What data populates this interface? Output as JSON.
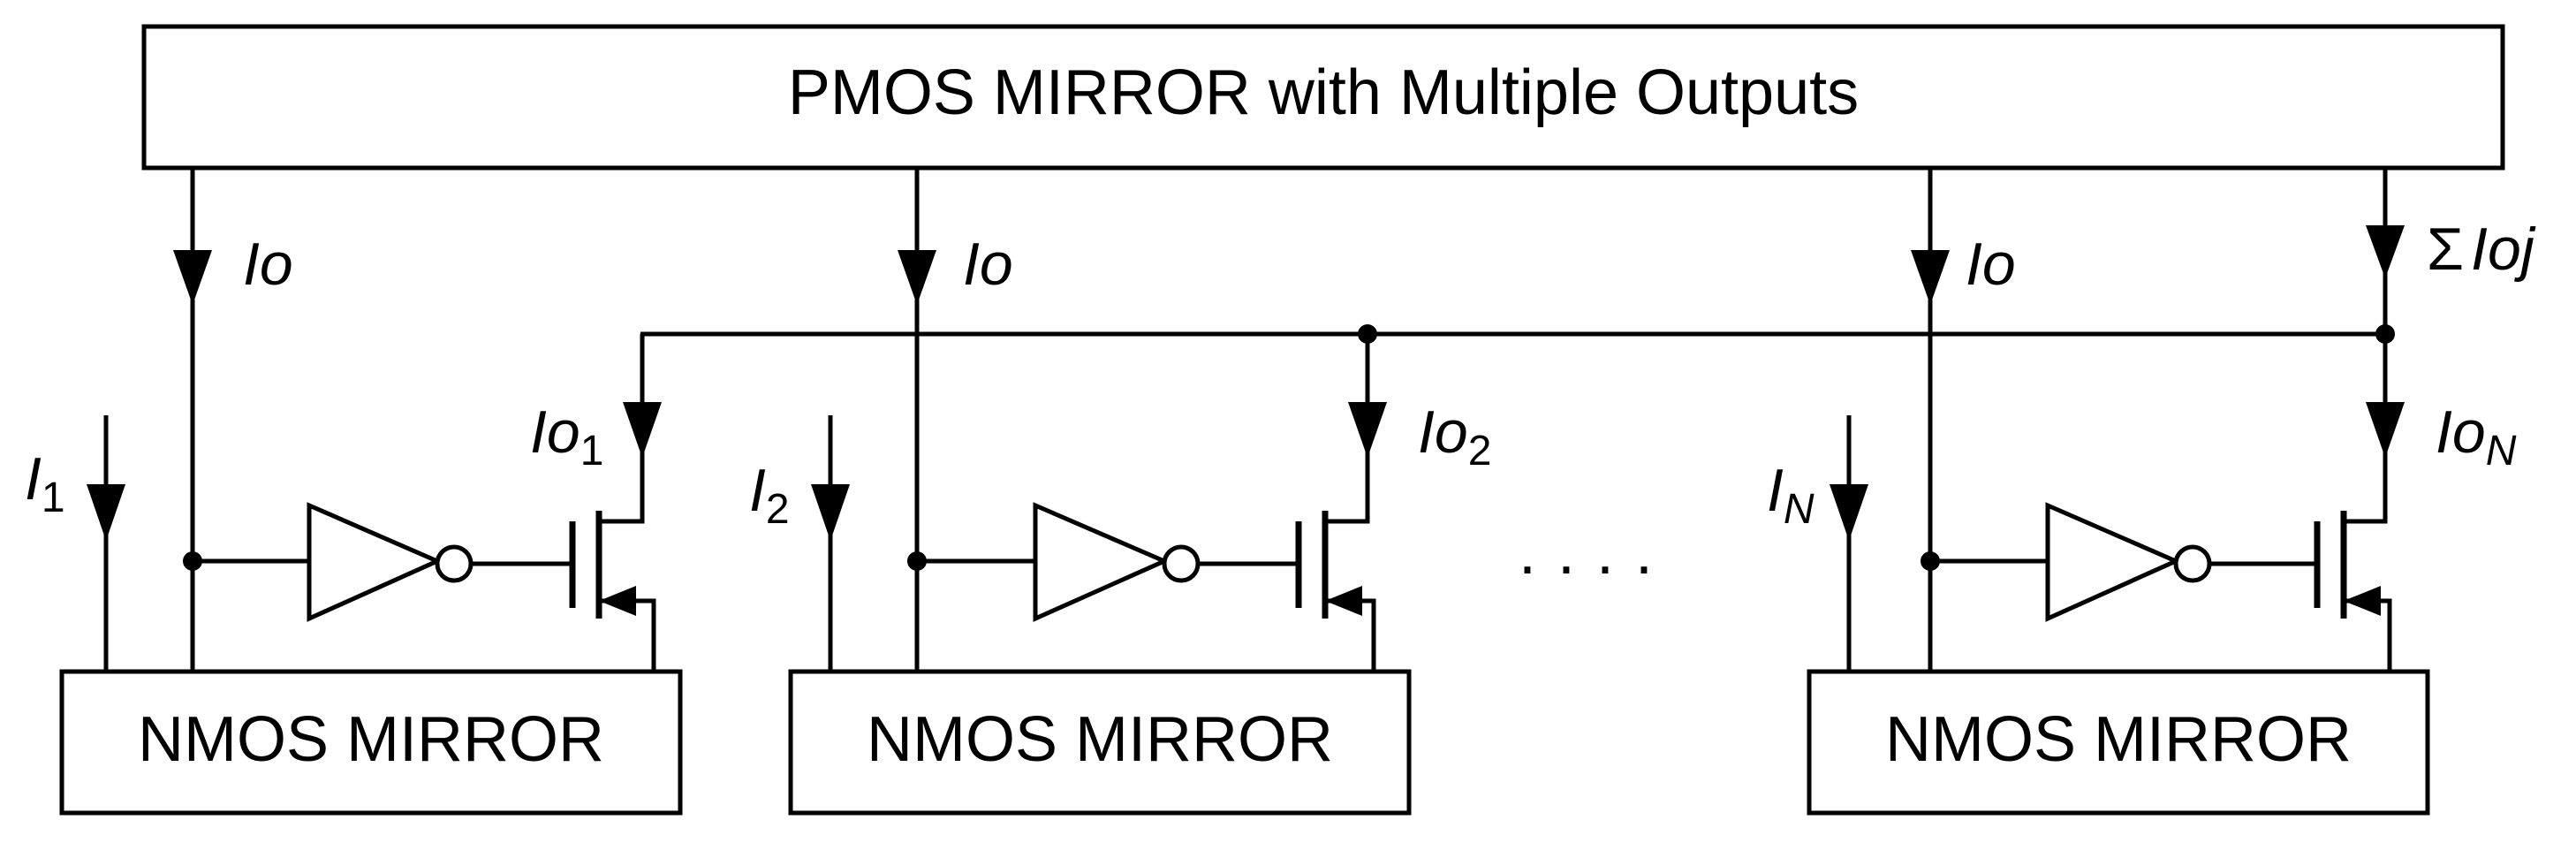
{
  "pmos_block": {
    "label": "PMOS MIRROR with Multiple Outputs"
  },
  "nmos_blocks": [
    {
      "label": "NMOS MIRROR"
    },
    {
      "label": "NMOS MIRROR"
    },
    {
      "label": "NMOS MIRROR"
    }
  ],
  "currents": {
    "io_branch": [
      "Io",
      "Io",
      "Io"
    ],
    "sum": {
      "symbol": "Σ",
      "text": "Ioj"
    },
    "inputs": [
      {
        "main": "I",
        "sub": "1"
      },
      {
        "main": "I",
        "sub": "2"
      },
      {
        "main": "I",
        "sub": "N"
      }
    ],
    "outputs": [
      {
        "main": "Io",
        "sub": "1"
      },
      {
        "main": "Io",
        "sub": "2"
      },
      {
        "main": "Io",
        "sub": "N"
      }
    ]
  },
  "ellipsis": "· · · ·"
}
